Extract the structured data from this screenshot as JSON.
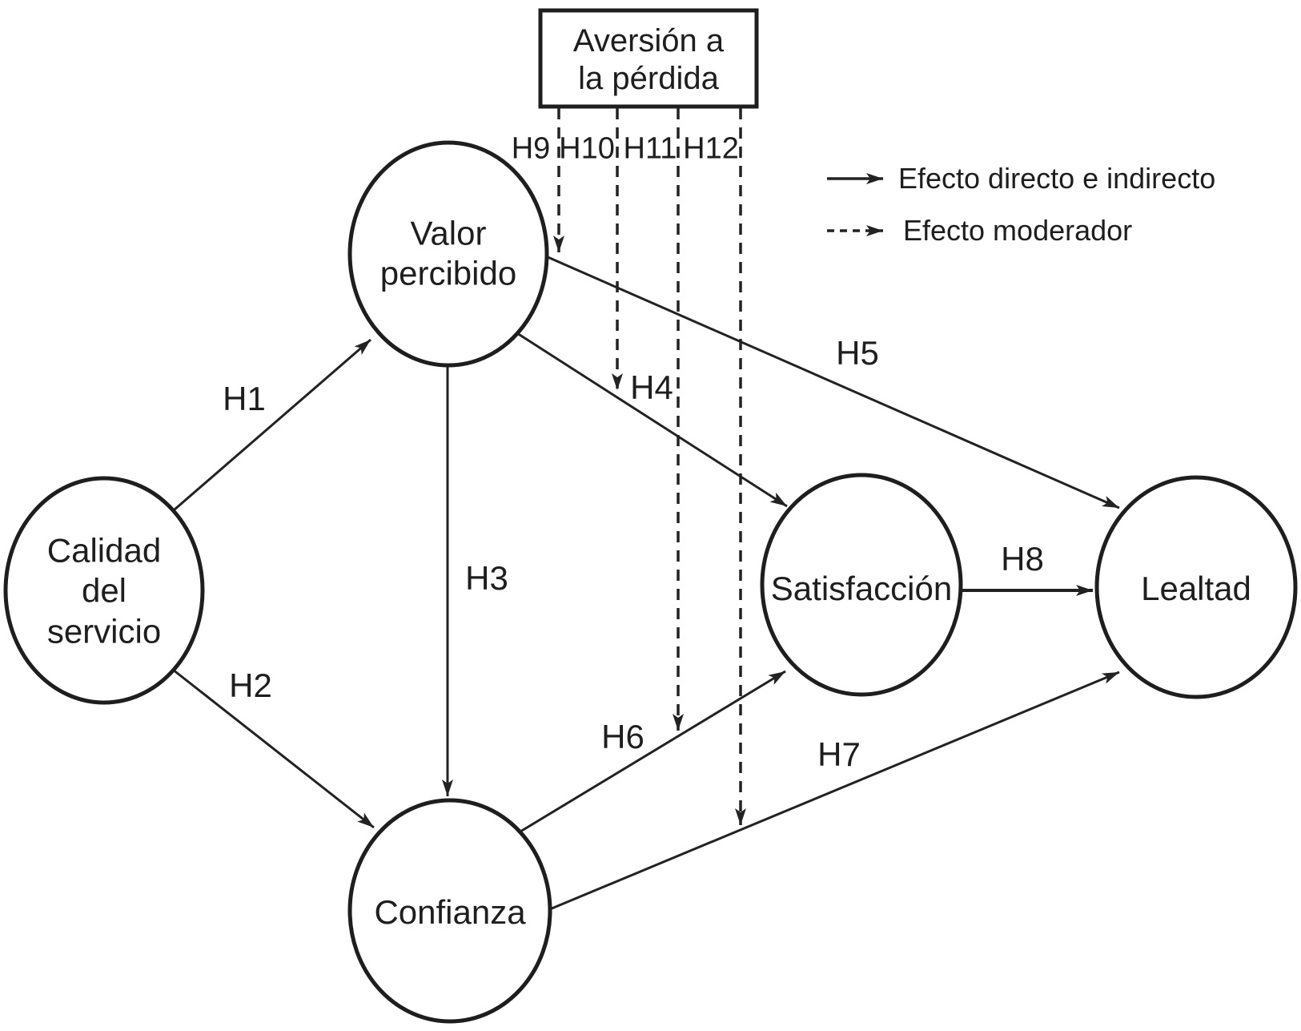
{
  "diagram": {
    "nodes": {
      "aversion_perdida": {
        "label": "Aversión a\nla pérdida",
        "shape": "rectangle"
      },
      "valor_percibido": {
        "label": "Valor\npercibido",
        "shape": "ellipse"
      },
      "calidad_servicio": {
        "label": "Calidad\ndel\nservicio",
        "shape": "ellipse"
      },
      "confianza": {
        "label": "Confianza",
        "shape": "ellipse"
      },
      "satisfaccion": {
        "label": "Satisfacción",
        "shape": "ellipse"
      },
      "lealtad": {
        "label": "Lealtad",
        "shape": "ellipse"
      }
    },
    "edges": [
      {
        "label": "H1",
        "from": "Calidad del servicio",
        "to": "Valor percibido",
        "style": "solid"
      },
      {
        "label": "H2",
        "from": "Calidad del servicio",
        "to": "Confianza",
        "style": "solid"
      },
      {
        "label": "H3",
        "from": "Valor percibido",
        "to": "Confianza",
        "style": "solid"
      },
      {
        "label": "H4",
        "from": "Valor percibido",
        "to": "Satisfacción",
        "style": "solid"
      },
      {
        "label": "H5",
        "from": "Valor percibido",
        "to": "Lealtad",
        "style": "solid"
      },
      {
        "label": "H6",
        "from": "Confianza",
        "to": "Satisfacción",
        "style": "solid"
      },
      {
        "label": "H7",
        "from": "Confianza",
        "to": "Lealtad",
        "style": "solid"
      },
      {
        "label": "H8",
        "from": "Satisfacción",
        "to": "Lealtad",
        "style": "solid"
      },
      {
        "label": "H9",
        "from": "Aversión a la pérdida",
        "to": "Valor percibido",
        "style": "dashed"
      },
      {
        "label": "H10",
        "from": "Aversión a la pérdida",
        "to": "línea H4",
        "style": "dashed"
      },
      {
        "label": "H11",
        "from": "Aversión a la pérdida",
        "to": "línea H6",
        "style": "dashed"
      },
      {
        "label": "H12",
        "from": "Aversión a la pérdida",
        "to": "línea H7",
        "style": "dashed"
      }
    ],
    "legend": {
      "direct_label": "Efecto directo e indirecto",
      "moderator_label": "Efecto moderador"
    },
    "colors": {
      "line": "#222222",
      "text": "#1e1e1e",
      "node_fill": "#ffffff",
      "background": "#ffffff"
    }
  }
}
